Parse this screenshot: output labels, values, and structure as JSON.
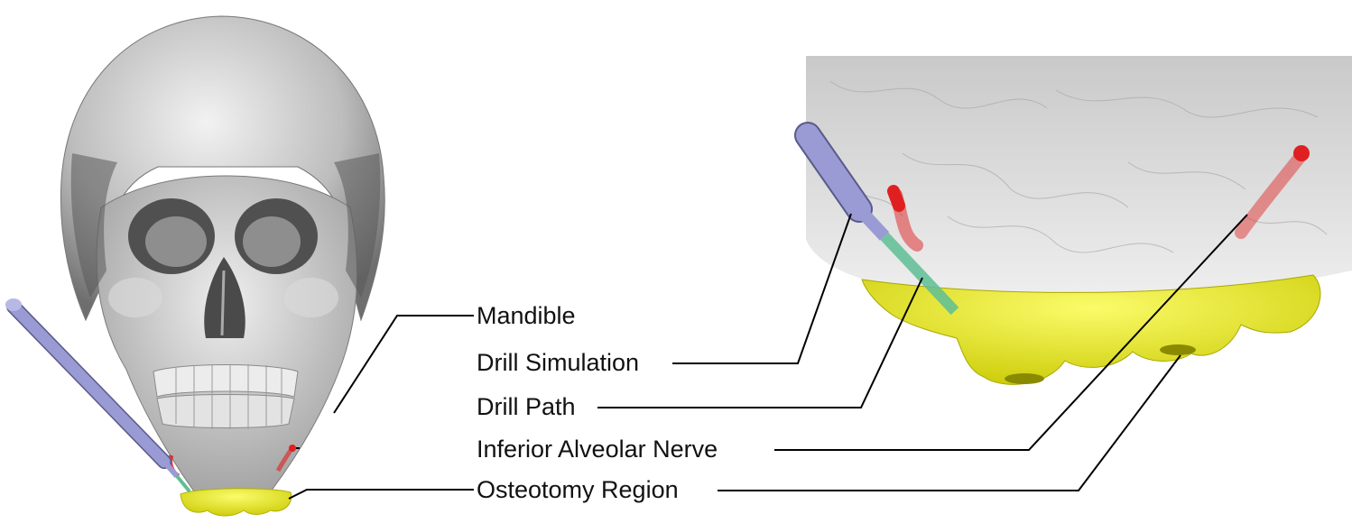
{
  "labels": {
    "mandible": "Mandible",
    "drill_simulation": "Drill Simulation",
    "drill_path": "Drill Path",
    "inferior_alveolar_nerve": "Inferior Alveolar Nerve",
    "osteotomy_region": "Osteotomy Region"
  },
  "colors": {
    "bone": "#d4d4d4",
    "drill_tool": "#9a9ad4",
    "drill_path": "#5fbf95",
    "nerve": "#e02020",
    "osteotomy": "#e6e61e",
    "leader_line": "#000000"
  }
}
